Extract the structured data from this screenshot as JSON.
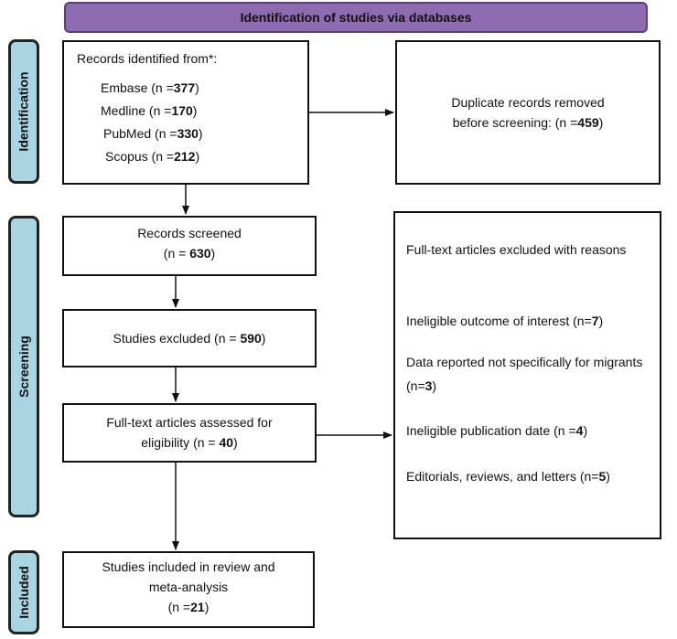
{
  "header": {
    "title": "Identification of studies via databases"
  },
  "phases": {
    "identification": "Identification",
    "screening": "Screening",
    "included": "Included"
  },
  "identified": {
    "heading": "Records identified from*:",
    "sources": [
      {
        "label": "Embase (n =",
        "n": "377",
        "close": ")"
      },
      {
        "label": "Medline (n =",
        "n": "170",
        "close": ")"
      },
      {
        "label": "PubMed (n =",
        "n": "330",
        "close": ")"
      },
      {
        "label": "Scopus (n =",
        "n": "212",
        "close": ")"
      }
    ]
  },
  "duplicates": {
    "line1": "Duplicate records removed",
    "line2": "before screening: (n =",
    "n": "459",
    "close": ")"
  },
  "screened": {
    "line1": "Records screened",
    "line2": "(n = ",
    "n": "630",
    "close": ")"
  },
  "excluded": {
    "line1": "Studies excluded (n = ",
    "n": "590",
    "close": ")"
  },
  "fulltext": {
    "line1": "Full-text articles assessed for",
    "line2": "eligibility (n = ",
    "n": "40",
    "close": ")"
  },
  "fulltext_excluded": {
    "heading": "Full-text articles excluded with reasons",
    "reasons": [
      {
        "label": "Ineligible outcome of interest (n=",
        "n": "7",
        "close": ")"
      },
      {
        "label": "Data reported not specifically for migrants (n=",
        "n": "3",
        "close": ")"
      },
      {
        "label": "Ineligible publication date (n =",
        "n": "4",
        "close": ")"
      },
      {
        "label": "Editorials, reviews, and letters (n=",
        "n": "5",
        "close": ")"
      }
    ]
  },
  "included": {
    "line1": "Studies included in review and",
    "line2": "meta-analysis",
    "line3": "(n =",
    "n": "21",
    "close": ")"
  }
}
